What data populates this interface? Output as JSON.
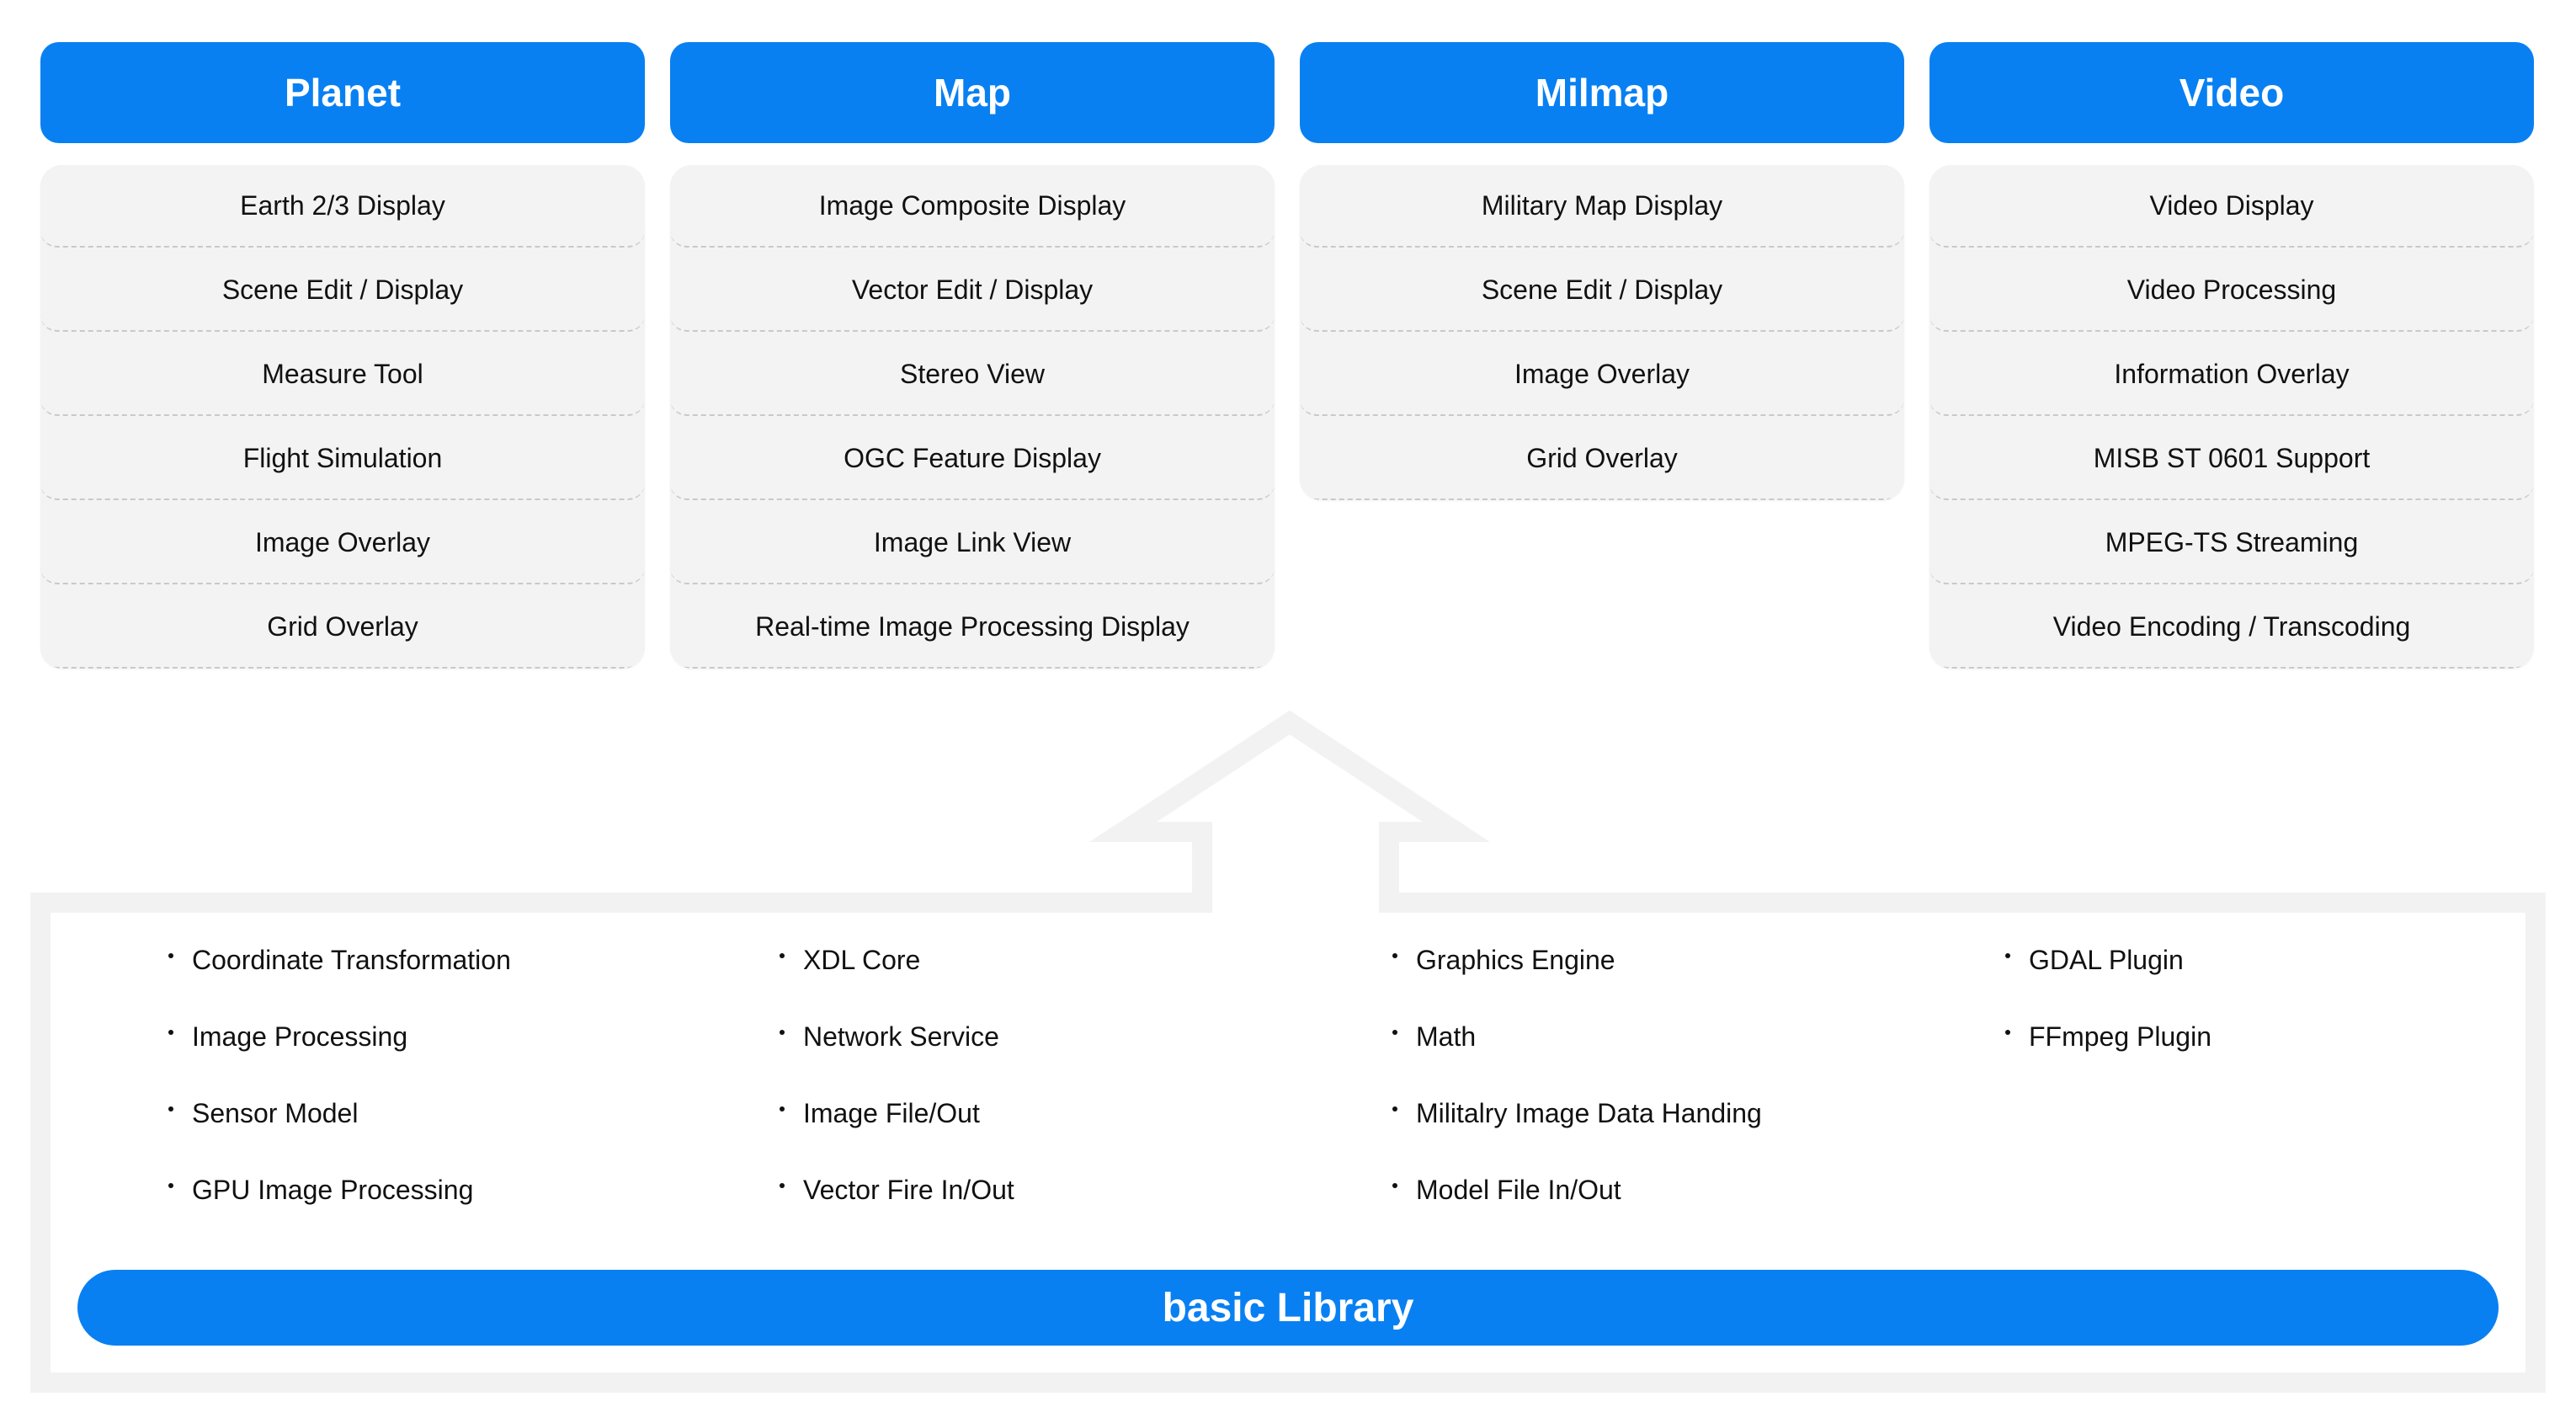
{
  "columns": [
    {
      "title": "Planet",
      "items": [
        "Earth 2/3 Display",
        "Scene Edit / Display",
        "Measure Tool",
        "Flight Simulation",
        "Image Overlay",
        "Grid Overlay"
      ]
    },
    {
      "title": "Map",
      "items": [
        "Image Composite Display",
        "Vector Edit / Display",
        "Stereo View",
        "OGC Feature Display",
        "Image Link View",
        "Real-time Image Processing Display"
      ]
    },
    {
      "title": "Milmap",
      "items": [
        "Military Map Display",
        "Scene Edit / Display",
        "Image Overlay",
        "Grid Overlay"
      ]
    },
    {
      "title": "Video",
      "items": [
        "Video Display",
        "Video Processing",
        "Information Overlay",
        "MISB ST 0601 Support",
        "MPEG-TS Streaming",
        "Video Encoding / Transcoding"
      ]
    }
  ],
  "library": {
    "lists": [
      [
        "Coordinate Transformation",
        "Image Processing",
        "Sensor Model",
        "GPU Image Processing"
      ],
      [
        "XDL Core",
        "Network Service",
        "Image File/Out",
        "Vector Fire In/Out"
      ],
      [
        "Graphics Engine",
        "Math",
        "Militalry Image Data Handing",
        "Model File In/Out"
      ],
      [
        "GDAL Plugin",
        "FFmpeg Plugin"
      ]
    ],
    "title": "basic Library"
  },
  "colors": {
    "accent": "#0880F2",
    "card": "#f3f3f3",
    "outline": "#f2f2f2"
  }
}
